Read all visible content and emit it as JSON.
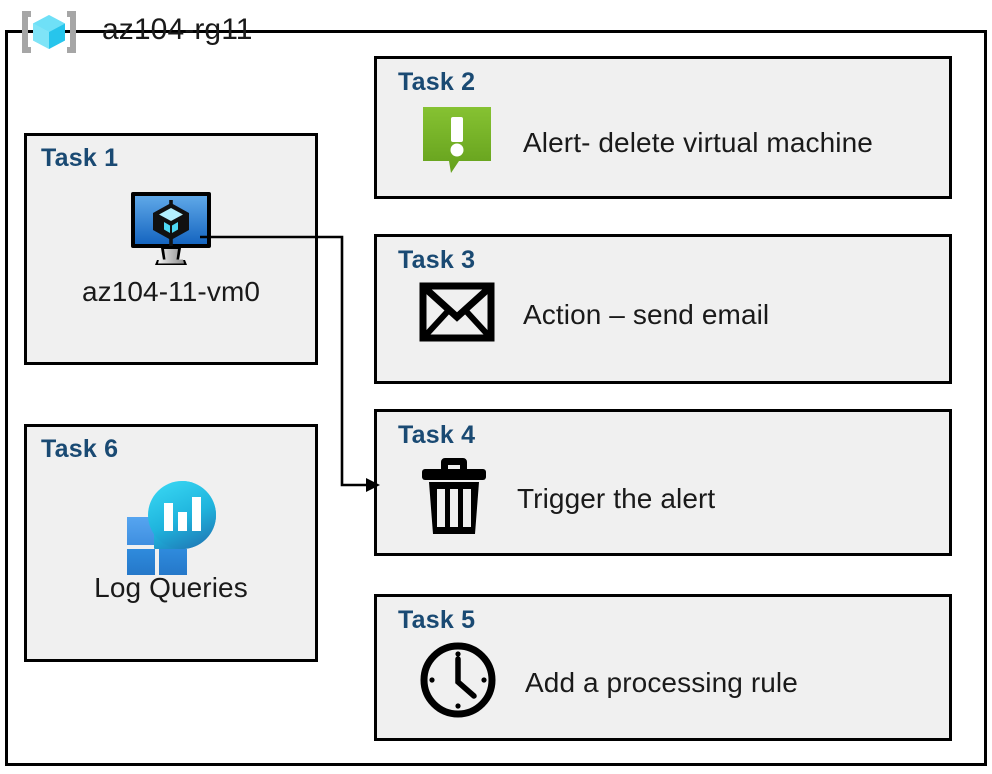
{
  "resource_group": {
    "name": "az104-rg11",
    "icon": "azure-resource-group-icon"
  },
  "colors": {
    "card_background": "#f0f0f0",
    "card_border": "#000000",
    "task_title": "#1a4a73",
    "alert_green": "#76b82a",
    "vm_blue": "#2a7fd4",
    "log_analytics_cyan": "#2bc4e8",
    "log_analytics_blue": "#3e8fe0"
  },
  "tasks": [
    {
      "id": "task1",
      "title": "Task 1",
      "label": "az104-11-vm0",
      "icon": "virtual-machine-icon",
      "column": "left"
    },
    {
      "id": "task2",
      "title": "Task 2",
      "label": "Alert- delete virtual machine",
      "icon": "alert-exclamation-icon",
      "column": "right"
    },
    {
      "id": "task3",
      "title": "Task 3",
      "label": "Action – send email",
      "icon": "envelope-icon",
      "column": "right"
    },
    {
      "id": "task4",
      "title": "Task 4",
      "label": "Trigger the alert",
      "icon": "trash-can-icon",
      "column": "right"
    },
    {
      "id": "task5",
      "title": "Task 5",
      "label": "Add a processing rule",
      "icon": "clock-icon",
      "column": "right"
    },
    {
      "id": "task6",
      "title": "Task 6",
      "label": "Log Queries",
      "icon": "log-analytics-icon",
      "column": "left"
    }
  ],
  "connector": {
    "from": "task1",
    "to": "task4",
    "style": "orthogonal-arrow"
  }
}
